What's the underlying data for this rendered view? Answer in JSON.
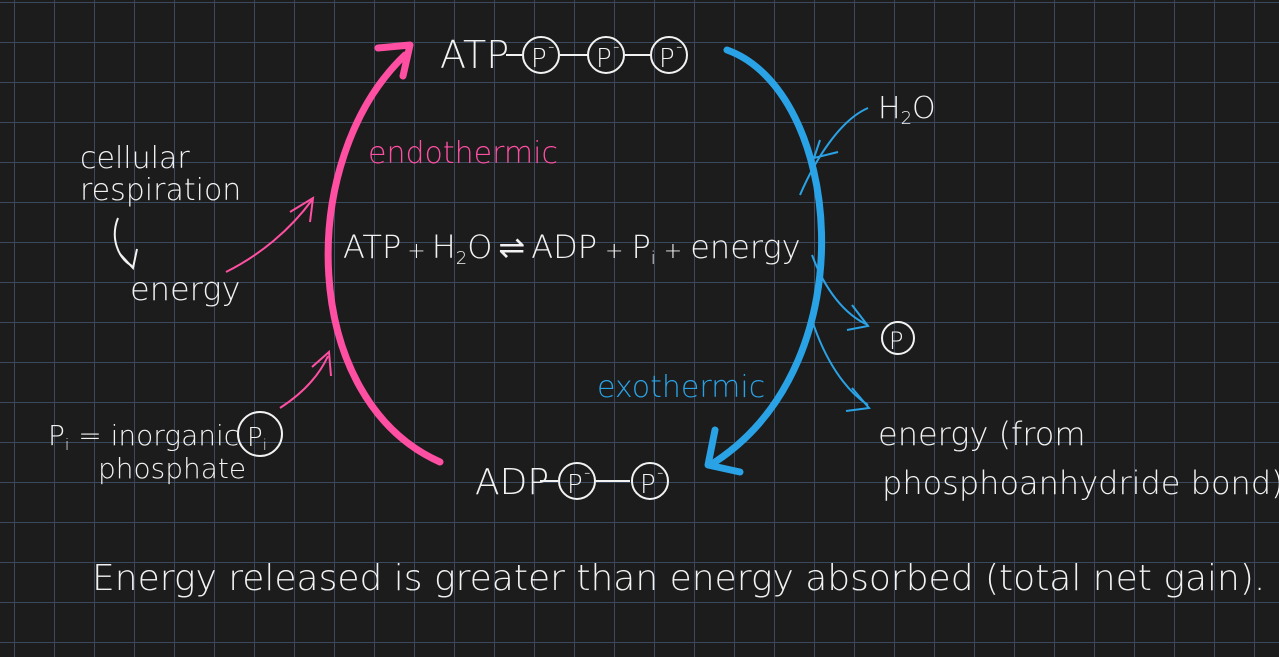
{
  "colors": {
    "background": "#1c1c1c",
    "grid": "#3a4a5c",
    "text": "#f2f2f2",
    "endothermic": "#ff4fa3",
    "exothermic": "#2aa3e6"
  },
  "atp": {
    "label": "ATP",
    "phosphate": "P",
    "charge": "-"
  },
  "adp": {
    "label": "ADP",
    "phosphate": "P",
    "charge": "-"
  },
  "water": {
    "label": "H",
    "subscript": "2",
    "label_end": "O"
  },
  "released_phosphate": {
    "label": "P"
  },
  "endothermic_label": "endothermic",
  "exothermic_label": "exothermic",
  "equation": {
    "atp": "ATP",
    "plus1": "+",
    "h": "H",
    "sub2": "2",
    "o": "O",
    "arrow": "⇌",
    "adp": "ADP",
    "plus2": "+",
    "p": "P",
    "sub_i": "i",
    "plus3": "+",
    "energy": "energy"
  },
  "left_notes": {
    "cellular": "cellular",
    "respiration": "respiration",
    "energy": "energy",
    "pi_p": "P",
    "pi_sub": "i",
    "pi_definition": " = inorganic",
    "phosphate_word": "phosphate",
    "pi_circle_p": "P",
    "pi_circle_sub": "i"
  },
  "right_notes": {
    "energy_from": "energy (from",
    "bond": "phosphoanhydride bond)"
  },
  "summary": "Energy released is greater than energy absorbed (total net gain)."
}
